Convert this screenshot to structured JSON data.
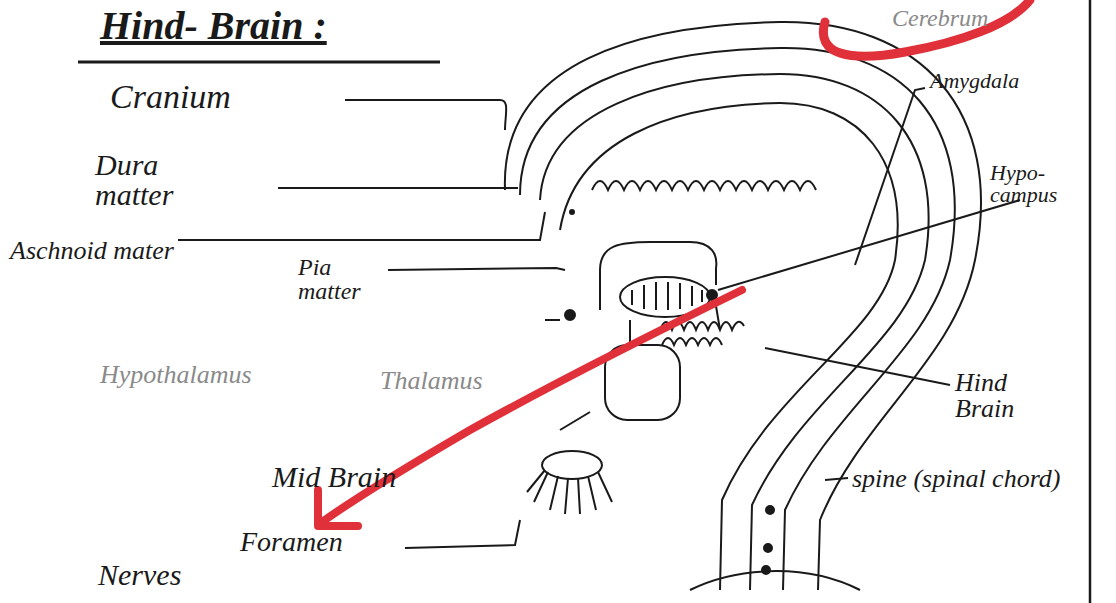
{
  "diagram": {
    "title": "Hind- Brain :",
    "labels": [
      "Cranium",
      "Dura matter",
      "Aschnoid mater",
      "Pia matter",
      "Hypothalamus",
      "Thalamus",
      "Mid Brain",
      "Foramen",
      "Nerves",
      "Cerebrum",
      "Amygdala",
      "Hypo-campus",
      "Hind Brain",
      "spine (spinal chord)"
    ]
  }
}
